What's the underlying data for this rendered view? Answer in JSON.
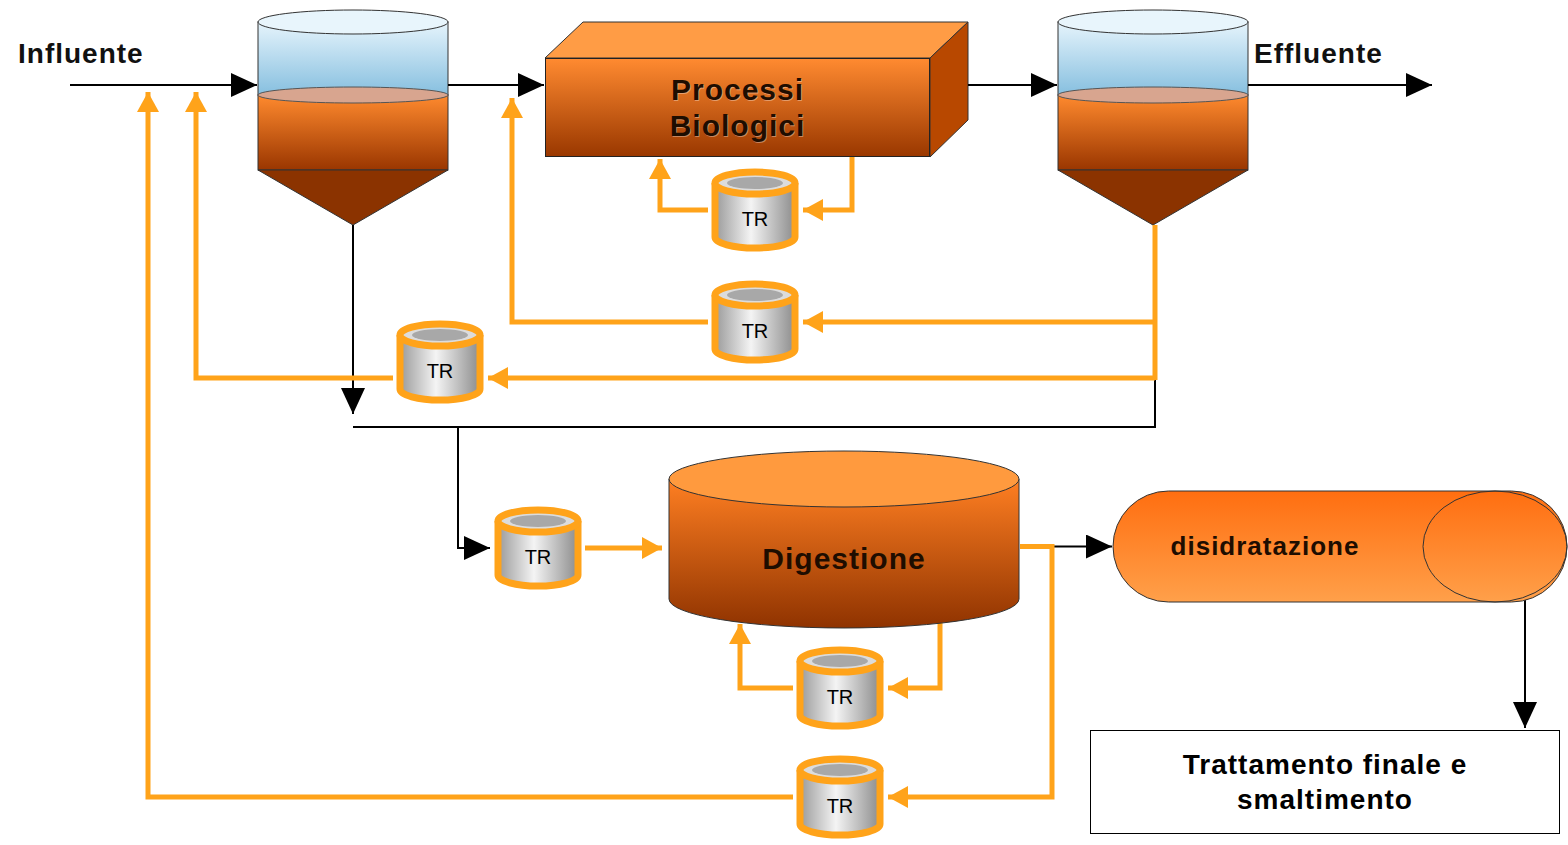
{
  "diagram": {
    "nodes": [
      {
        "text": [
          "Processi Biologici"
        ]
      },
      {
        "text": [
          "Digestione"
        ]
      },
      {
        "text": [
          "disidratazione"
        ]
      },
      {
        "text": [
          "Trattamento finale e smaltimento"
        ]
      },
      {
        "text": [
          "TR"
        ]
      },
      {
        "text": [
          "TR"
        ]
      },
      {
        "text": [
          "TR"
        ]
      },
      {
        "text": [
          "TR"
        ]
      },
      {
        "text": [
          "TR"
        ]
      },
      {
        "text": [
          "TR"
        ]
      }
    ],
    "edges": [
      {
        "from": 0,
        "to": 4,
        "arrow": "to"
      },
      {
        "from": 4,
        "to": 0,
        "arrow": "to"
      },
      {
        "from": 7,
        "to": 1,
        "arrow": "to"
      },
      {
        "from": 1,
        "to": 2,
        "arrow": "to"
      },
      {
        "from": 2,
        "to": 3,
        "arrow": "to"
      },
      {
        "from": 1,
        "to": 8,
        "arrow": "to"
      },
      {
        "from": 8,
        "to": 1,
        "arrow": "to"
      },
      {
        "from": 1,
        "to": 9,
        "arrow": "to"
      }
    ],
    "labels": [
      "Influente",
      "Effluente"
    ]
  }
}
